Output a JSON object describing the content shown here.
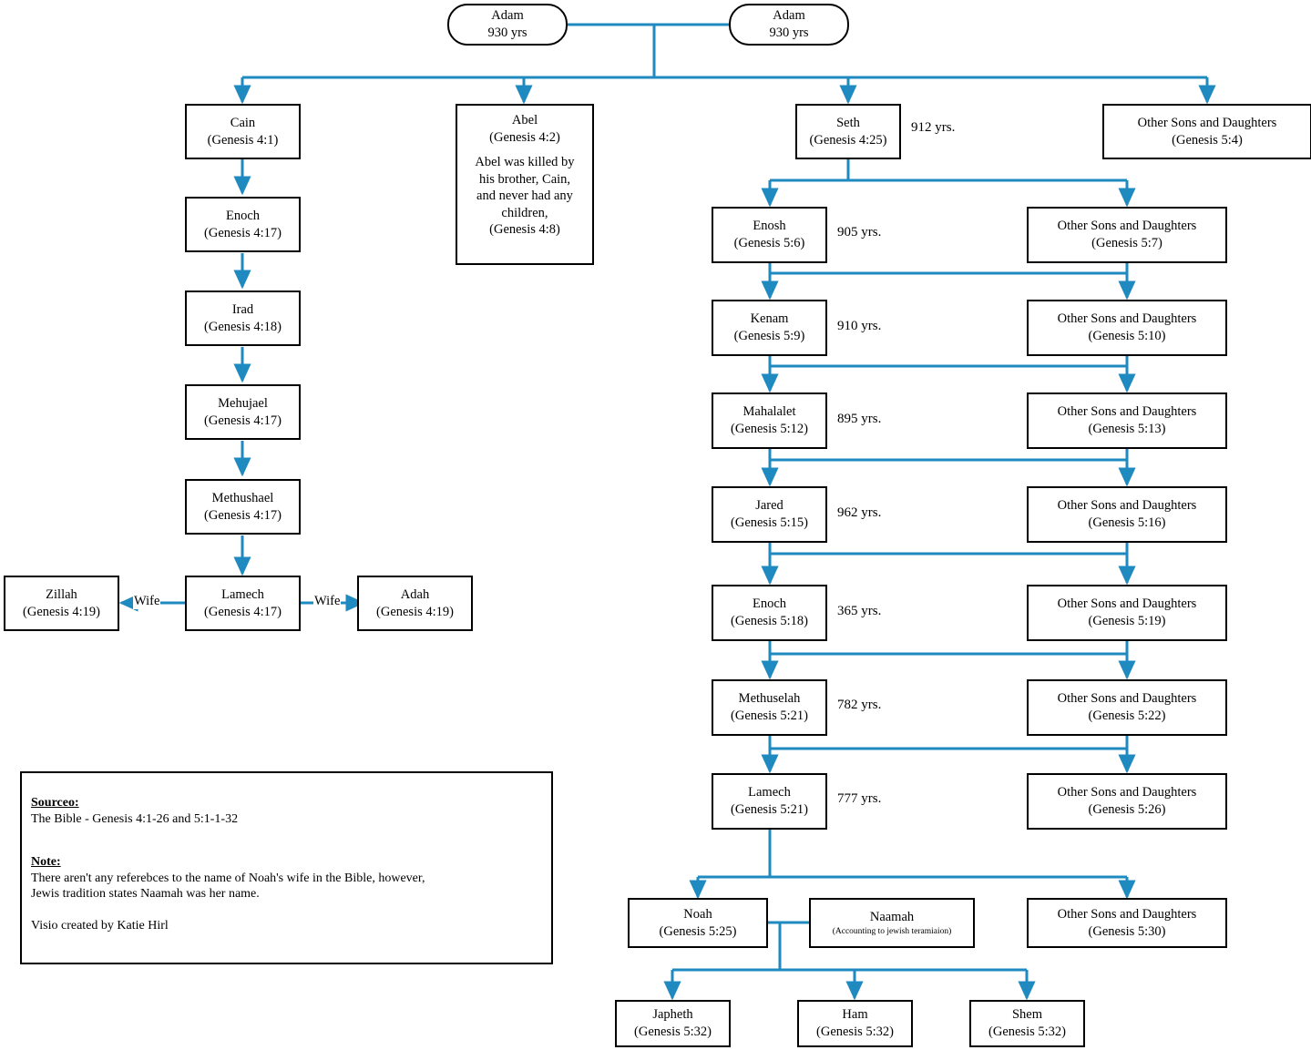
{
  "diagram": {
    "title": "Genealogy of Adam - Cain and Seth lines",
    "accent_color": "#1F8AC0",
    "box_border_color": "#000000",
    "background_color": "#FFFFFF"
  },
  "nodes": {
    "adam_left": {
      "name": "Adam",
      "detail": "930 yrs"
    },
    "adam_right": {
      "name": "Adam",
      "detail": "930 yrs"
    },
    "cain": {
      "name": "Cain",
      "detail": "(Genesis 4:1)"
    },
    "abel": {
      "name": "Abel",
      "detail": "(Genesis 4:2)",
      "note_lines": [
        "Abel was killed by",
        "his brother, Cain,",
        "and never had any",
        "children,",
        "(Genesis 4:8)"
      ]
    },
    "seth": {
      "name": "Seth",
      "detail": "(Genesis 4:25)",
      "years": "912 yrs."
    },
    "other_5_4": {
      "name": "Other Sons and Daughters",
      "detail": "(Genesis 5:4)"
    },
    "enoch_cain": {
      "name": "Enoch",
      "detail": "(Genesis 4:17)"
    },
    "irad": {
      "name": "Irad",
      "detail": "(Genesis 4:18)"
    },
    "mehujael": {
      "name": "Mehujael",
      "detail": "(Genesis 4:17)"
    },
    "methushael": {
      "name": "Methushael",
      "detail": "(Genesis 4:17)"
    },
    "lamech_cain": {
      "name": "Lamech",
      "detail": "(Genesis 4:17)"
    },
    "zillah": {
      "name": "Zillah",
      "detail": "(Genesis 4:19)"
    },
    "adah": {
      "name": "Adah",
      "detail": "(Genesis 4:19)"
    },
    "enosh": {
      "name": "Enosh",
      "detail": "(Genesis 5:6)",
      "years": "905 yrs."
    },
    "other_5_7": {
      "name": "Other Sons and Daughters",
      "detail": "(Genesis 5:7)"
    },
    "kenam": {
      "name": "Kenam",
      "detail": "(Genesis 5:9)",
      "years": "910 yrs."
    },
    "other_5_10": {
      "name": "Other Sons and Daughters",
      "detail": "(Genesis 5:10)"
    },
    "mahalalet": {
      "name": "Mahalalet",
      "detail": "(Genesis 5:12)",
      "years": "895 yrs."
    },
    "other_5_13": {
      "name": "Other Sons and Daughters",
      "detail": "(Genesis 5:13)"
    },
    "jared": {
      "name": "Jared",
      "detail": "(Genesis 5:15)",
      "years": "962 yrs."
    },
    "other_5_16": {
      "name": "Other Sons and Daughters",
      "detail": "(Genesis 5:16)"
    },
    "enoch_seth": {
      "name": "Enoch",
      "detail": "(Genesis 5:18)",
      "years": "365 yrs."
    },
    "other_5_19": {
      "name": "Other Sons and Daughters",
      "detail": "(Genesis 5:19)"
    },
    "methuselah": {
      "name": "Methuselah",
      "detail": "(Genesis 5:21)",
      "years": "782 yrs."
    },
    "other_5_22": {
      "name": "Other Sons and Daughters",
      "detail": "(Genesis 5:22)"
    },
    "lamech_seth": {
      "name": "Lamech",
      "detail": "(Genesis 5:21)",
      "years": "777 yrs."
    },
    "other_5_26": {
      "name": "Other Sons and Daughters",
      "detail": "(Genesis 5:26)"
    },
    "noah": {
      "name": "Noah",
      "detail": "(Genesis 5:25)"
    },
    "naamah": {
      "name": "Naamah",
      "detail": "(Accounting to jewish teramiaion)"
    },
    "other_5_30": {
      "name": "Other Sons and Daughters",
      "detail": "(Genesis 5:30)"
    },
    "japheth": {
      "name": "Japheth",
      "detail": "(Genesis 5:32)"
    },
    "ham": {
      "name": "Ham",
      "detail": "(Genesis 5:32)"
    },
    "shem": {
      "name": "Shem",
      "detail": "(Genesis 5:32)"
    }
  },
  "edge_labels": {
    "wife_left": "Wife",
    "wife_right": "Wife"
  },
  "info_panel": {
    "source_heading": "Sourceo:",
    "source_text": "The Bible - Genesis 4:1-26 and 5:1-1-32",
    "note_heading": "Note:",
    "note_line_1": "There aren't any referebces to the name of Noah's wife in the Bible, however,",
    "note_line_2": "Jewis tradition states Naamah was her name.",
    "credit": "Visio created by Katie Hirl"
  }
}
